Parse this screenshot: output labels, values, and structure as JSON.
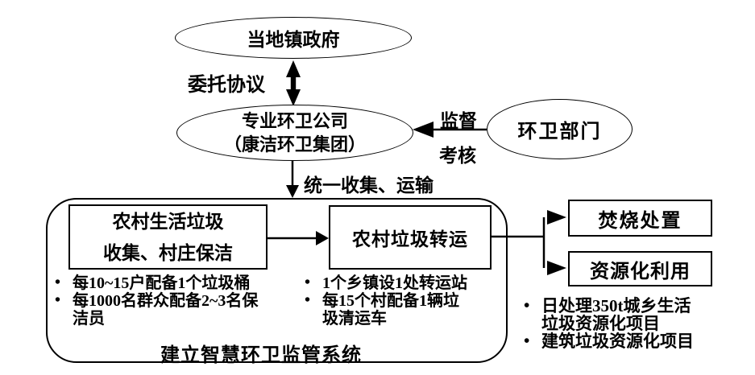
{
  "colors": {
    "ink": "#000000",
    "background": "#ffffff"
  },
  "nodes": {
    "government": "当地镇政府",
    "company_line1": "专业环卫公司",
    "company_line2": "（康洁环卫集团）",
    "department": "环卫部门",
    "collection_line1": "农村生活垃圾",
    "collection_line2": "收集、村庄保洁",
    "transfer": "农村垃圾转运",
    "incineration": "焚烧处置",
    "recycling": "资源化利用"
  },
  "labels": {
    "agreement": "委托协议",
    "supervise": "监督",
    "assess": "考核",
    "transport": "统一收集、运输",
    "smart_system": "建立智慧环卫监管系统"
  },
  "bullets": {
    "collection": [
      "每10~15户配备1个垃圾桶",
      "每1000名群众配备2~3名保洁员"
    ],
    "transfer": [
      "1个乡镇设1处转运站",
      "每15个村配备1辆垃圾清运车"
    ],
    "disposal": [
      "日处理350t城乡生活垃圾资源化项目",
      "建筑垃圾资源化项目"
    ]
  }
}
